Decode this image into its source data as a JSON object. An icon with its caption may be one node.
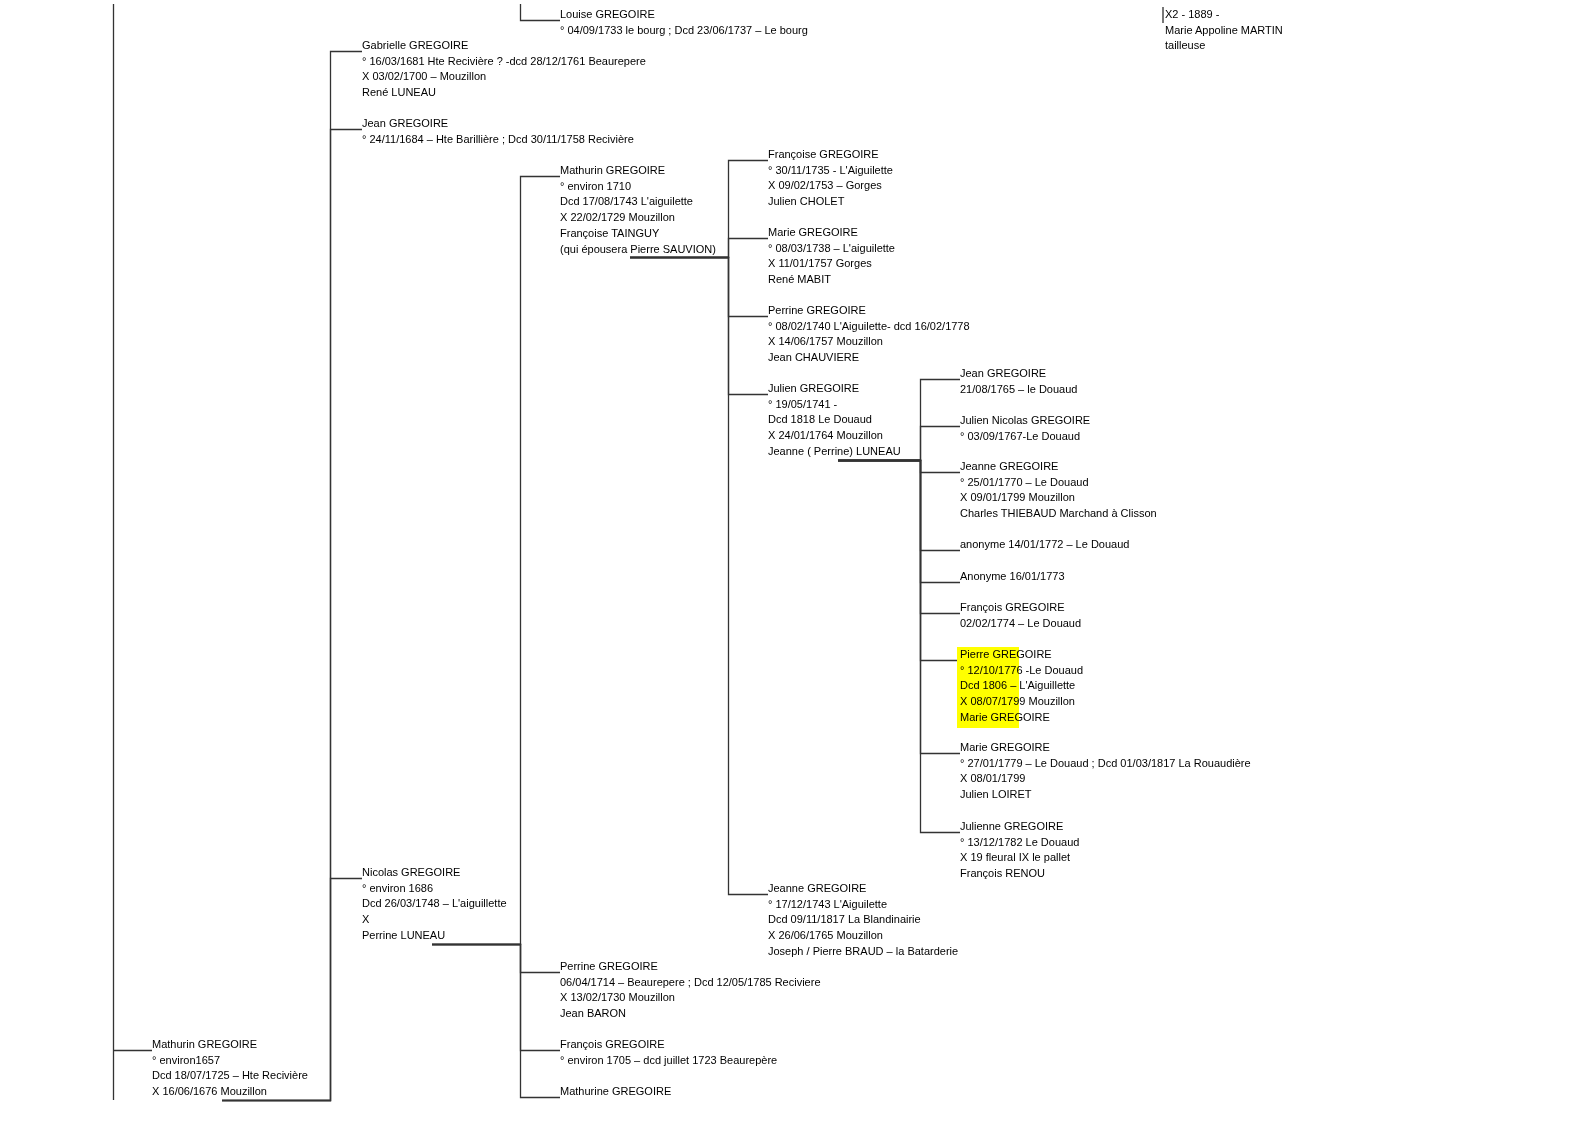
{
  "diagram": {
    "nodes": [
      {
        "text": [
          "Louise GREGOIRE",
          "° 04/09/1733 le bourg ; Dcd 23/06/1737 – Le bourg"
        ]
      },
      {
        "text": [
          "Gabrielle GREGOIRE",
          "° 16/03/1681 Hte Recivière ? -dcd 28/12/1761 Beaurepere",
          "X 03/02/1700 – Mouzillon",
          "René LUNEAU"
        ]
      },
      {
        "text": [
          "Jean GREGOIRE",
          "° 24/11/1684 – Hte Barillière ; Dcd 30/11/1758 Recivière"
        ]
      },
      {
        "text": [
          "Mathurin GREGOIRE",
          "° environ 1710",
          "Dcd 17/08/1743 L'aiguilette",
          "X 22/02/1729 Mouzillon",
          "Françoise TAINGUY",
          "(qui épousera Pierre SAUVION)"
        ]
      },
      {
        "text": [
          "Françoise GREGOIRE",
          "° 30/11/1735 - L'Aiguilette",
          "X 09/02/1753 – Gorges",
          "Julien CHOLET"
        ]
      },
      {
        "text": [
          "Marie GREGOIRE",
          "° 08/03/1738 – L'aiguilette",
          "X 11/01/1757 Gorges",
          "René MABIT"
        ]
      },
      {
        "text": [
          "Perrine GREGOIRE",
          "° 08/02/1740 L'Aiguilette- dcd 16/02/1778",
          "X 14/06/1757 Mouzillon",
          "Jean CHAUVIERE"
        ]
      },
      {
        "text": [
          "Julien GREGOIRE",
          "° 19/05/1741 -",
          "Dcd 1818 Le Douaud",
          "X 24/01/1764 Mouzillon",
          "Jeanne ( Perrine) LUNEAU"
        ]
      },
      {
        "text": [
          "Jean GREGOIRE",
          "21/08/1765 – le Douaud"
        ]
      },
      {
        "text": [
          "Julien Nicolas GREGOIRE",
          "° 03/09/1767-Le Douaud"
        ]
      },
      {
        "text": [
          "Jeanne GREGOIRE",
          "° 25/01/1770 – Le Douaud",
          "X 09/01/1799 Mouzillon",
          "Charles THIEBAUD Marchand à Clisson"
        ]
      },
      {
        "text": [
          "anonyme 14/01/1772 – Le Douaud"
        ]
      },
      {
        "text": [
          "Anonyme 16/01/1773"
        ]
      },
      {
        "text": [
          "François GREGOIRE",
          "02/02/1774 – Le Douaud"
        ]
      },
      {
        "text": [
          "Pierre GREGOIRE",
          "° 12/10/1776 -Le Douaud",
          "Dcd 1806 – L'Aiguillette",
          "X 08/07/1799  Mouzillon",
          "Marie GREGOIRE"
        ]
      },
      {
        "text": [
          "Marie GREGOIRE",
          "° 27/01/1779 – Le Douaud ; Dcd 01/03/1817 La Rouaudière",
          "X 08/01/1799",
          "Julien LOIRET"
        ]
      },
      {
        "text": [
          "Julienne GREGOIRE",
          "° 13/12/1782 Le Douaud",
          "X 19 fleural IX le pallet",
          "François RENOU"
        ]
      },
      {
        "text": [
          "Jeanne GREGOIRE",
          "° 17/12/1743 L'Aiguilette",
          "Dcd 09/11/1817 La Blandinairie",
          "X  26/06/1765 Mouzillon",
          "Joseph / Pierre BRAUD – la Batarderie"
        ]
      },
      {
        "text": [
          "Nicolas GREGOIRE",
          "° environ 1686",
          "Dcd 26/03/1748 – L'aiguillette",
          "X",
          "Perrine LUNEAU"
        ]
      },
      {
        "text": [
          "Perrine GREGOIRE",
          "06/04/1714 – Beaurepere ; Dcd 12/05/1785 Reciviere",
          "X 13/02/1730 Mouzillon",
          "Jean BARON"
        ]
      },
      {
        "text": [
          "Mathurin GREGOIRE",
          "° environ1657",
          "Dcd 18/07/1725 – Hte Recivière",
          "X 16/06/1676 Mouzillon"
        ]
      },
      {
        "text": [
          "François GREGOIRE",
          "° environ 1705 – dcd  juillet 1723 Beaurepère"
        ]
      },
      {
        "text": [
          "Mathurine GREGOIRE"
        ]
      }
    ],
    "edges": [
      {
        "from": null,
        "to": 0,
        "arrow": "none"
      },
      {
        "from": null,
        "to": 20,
        "arrow": "none"
      },
      {
        "from": 20,
        "to": 1,
        "arrow": "none"
      },
      {
        "from": 20,
        "to": 2,
        "arrow": "none"
      },
      {
        "from": 20,
        "to": 18,
        "arrow": "none"
      },
      {
        "from": 18,
        "to": 3,
        "arrow": "none"
      },
      {
        "from": 18,
        "to": 19,
        "arrow": "none"
      },
      {
        "from": 18,
        "to": 21,
        "arrow": "none"
      },
      {
        "from": 18,
        "to": 22,
        "arrow": "none"
      },
      {
        "from": 3,
        "to": 4,
        "arrow": "none"
      },
      {
        "from": 3,
        "to": 5,
        "arrow": "none"
      },
      {
        "from": 3,
        "to": 6,
        "arrow": "none"
      },
      {
        "from": 3,
        "to": 7,
        "arrow": "none"
      },
      {
        "from": 3,
        "to": 17,
        "arrow": "none"
      },
      {
        "from": 7,
        "to": 8,
        "arrow": "none"
      },
      {
        "from": 7,
        "to": 9,
        "arrow": "none"
      },
      {
        "from": 7,
        "to": 10,
        "arrow": "none"
      },
      {
        "from": 7,
        "to": 11,
        "arrow": "none"
      },
      {
        "from": 7,
        "to": 12,
        "arrow": "none"
      },
      {
        "from": 7,
        "to": 13,
        "arrow": "none"
      },
      {
        "from": 7,
        "to": 14,
        "arrow": "none"
      },
      {
        "from": 7,
        "to": 15,
        "arrow": "none"
      },
      {
        "from": 7,
        "to": 16,
        "arrow": "none"
      }
    ],
    "labels": [
      "X2 -  1889 -",
      "Marie Appoline MARTIN",
      "tailleuse"
    ]
  }
}
